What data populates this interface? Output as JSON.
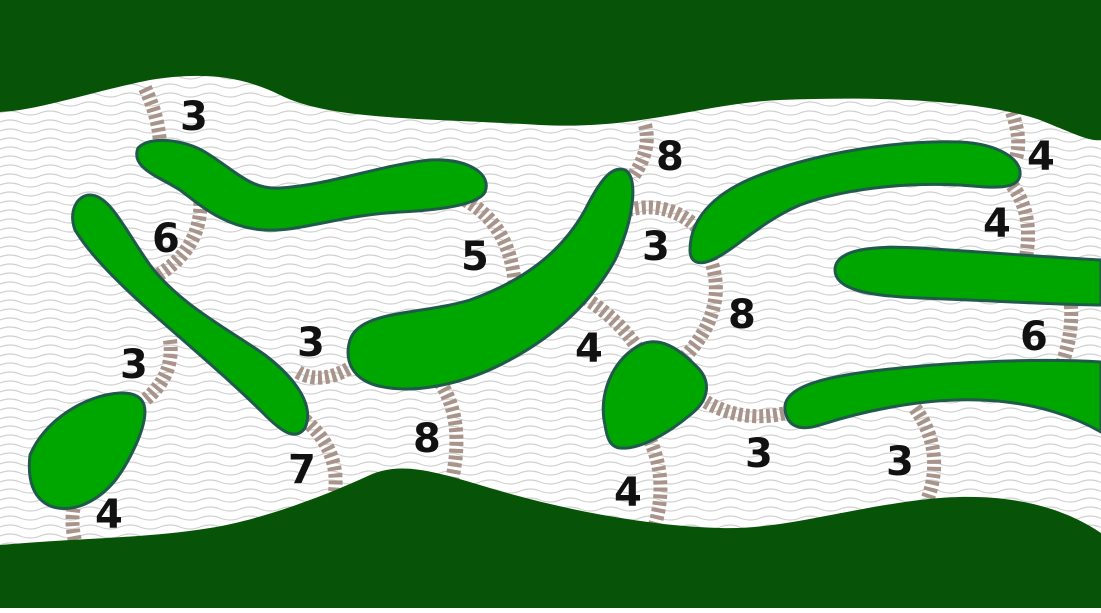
{
  "puzzle": {
    "colors": {
      "bank": "#075307",
      "island": "#00a600",
      "island_outline": "#1f5a4a",
      "bridge": "#a8948a",
      "water_line": "#cfcfcf",
      "label": "#111111"
    },
    "bridges": [
      {
        "name": "bridge-top-left",
        "label": "3"
      },
      {
        "name": "bridge-left-upper",
        "label": "6"
      },
      {
        "name": "bridge-left-middle",
        "label": "3"
      },
      {
        "name": "bridge-bottom-left",
        "label": "4"
      },
      {
        "name": "bridge-center-left",
        "label": "3"
      },
      {
        "name": "bridge-lower-center-left",
        "label": "7"
      },
      {
        "name": "bridge-lower-center",
        "label": "8"
      },
      {
        "name": "bridge-center-top",
        "label": "5"
      },
      {
        "name": "bridge-top-center",
        "label": "8"
      },
      {
        "name": "bridge-center-right-upper",
        "label": "3"
      },
      {
        "name": "bridge-center-right-middle",
        "label": "8"
      },
      {
        "name": "bridge-center",
        "label": "4"
      },
      {
        "name": "bridge-bottom-center",
        "label": "4"
      },
      {
        "name": "bridge-bottom-center-right",
        "label": "3"
      },
      {
        "name": "bridge-bottom-right",
        "label": "3"
      },
      {
        "name": "bridge-top-right",
        "label": "4"
      },
      {
        "name": "bridge-right-upper",
        "label": "4"
      },
      {
        "name": "bridge-right-middle",
        "label": "6"
      }
    ]
  }
}
